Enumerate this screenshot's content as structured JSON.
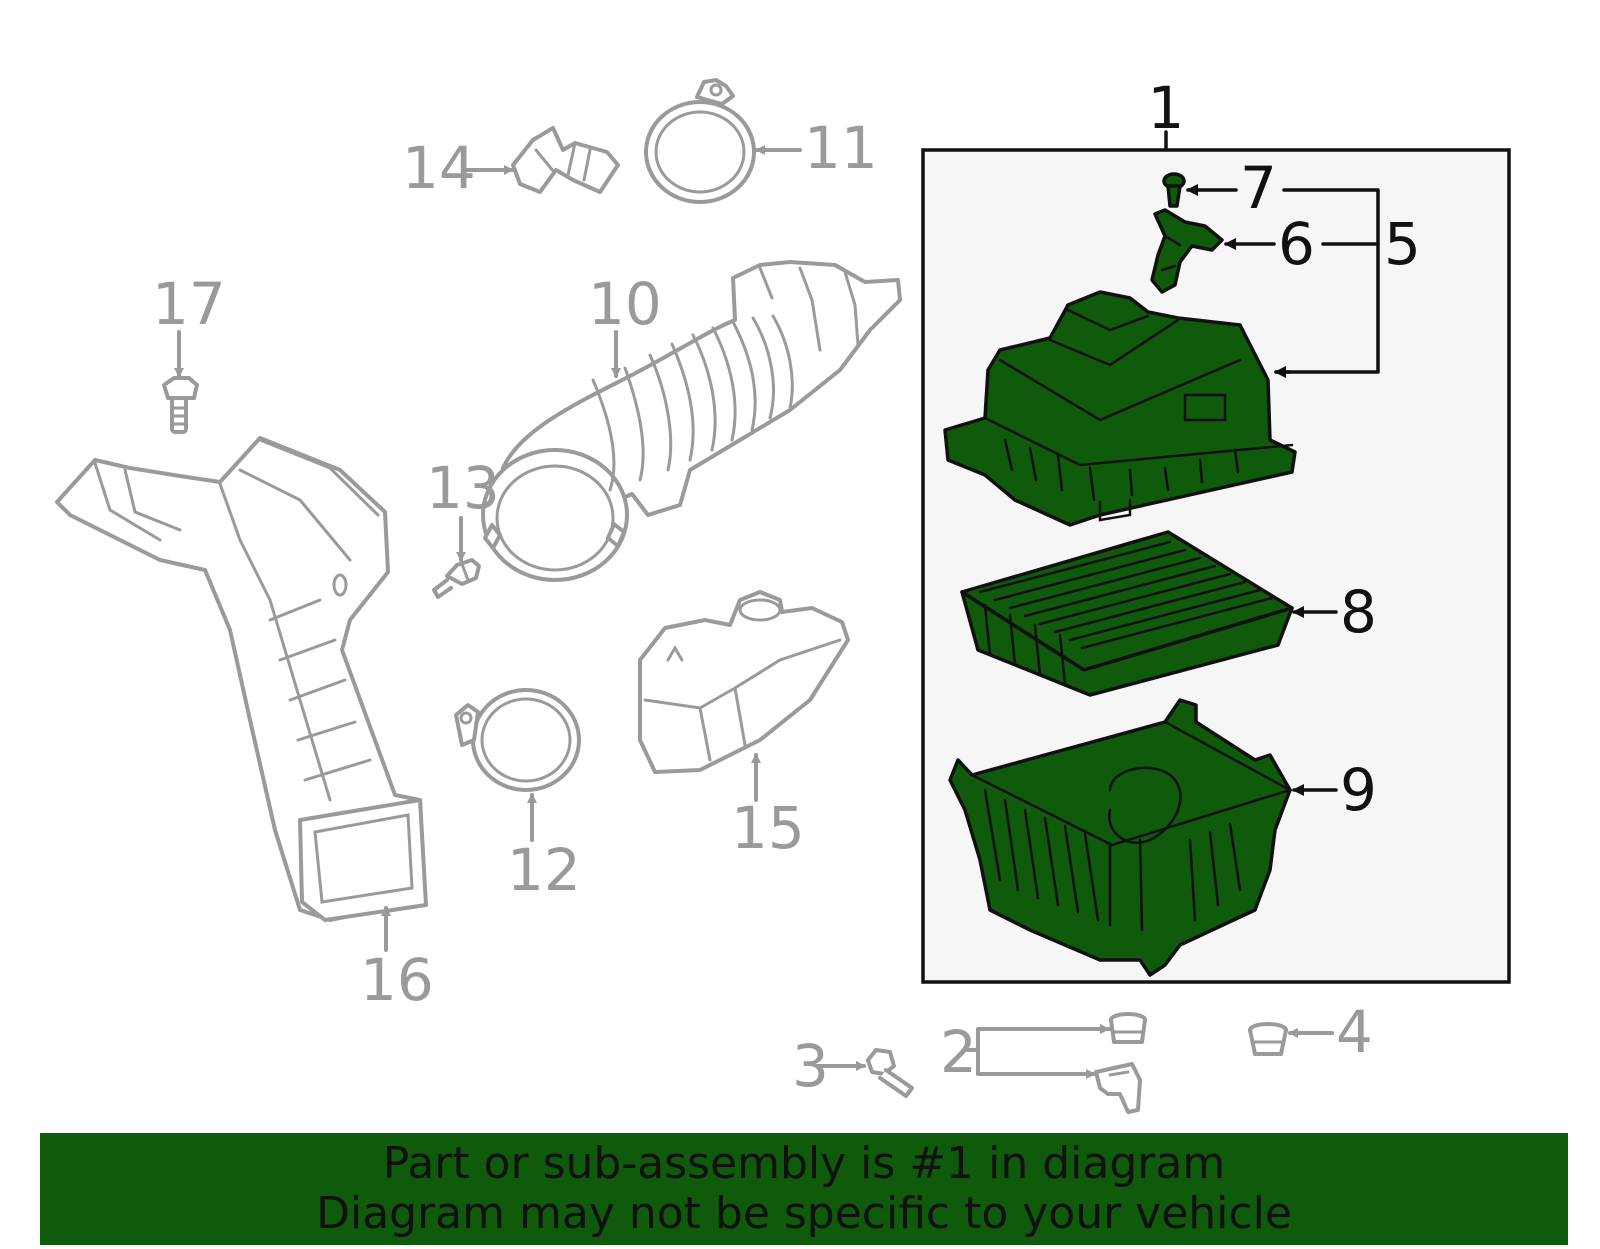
{
  "colors": {
    "highlight_green": "#0f5a0b",
    "panel_fill": "#f6f6f6",
    "outline_gray": "#9a9a9a",
    "outline_black": "#111111"
  },
  "callouts": {
    "n1": "1",
    "n2": "2",
    "n3": "3",
    "n4": "4",
    "n5": "5",
    "n6": "6",
    "n7": "7",
    "n8": "8",
    "n9": "9",
    "n10": "10",
    "n11": "11",
    "n12": "12",
    "n13": "13",
    "n14": "14",
    "n15": "15",
    "n16": "16",
    "n17": "17"
  },
  "banner": {
    "line1": "Part or sub-assembly is #1 in diagram",
    "line2": "Diagram may not be specific to your vehicle"
  }
}
